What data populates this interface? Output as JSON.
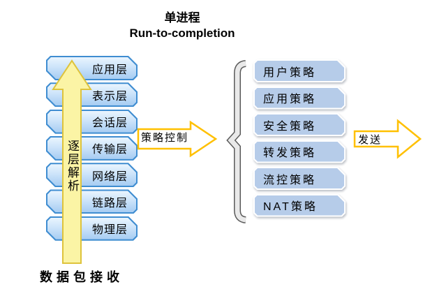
{
  "title": {
    "line1": "单进程",
    "line2": "Run-to-completion"
  },
  "stack": {
    "layers": [
      "应用层",
      "表示层",
      "会话层",
      "传输层",
      "网络层",
      "链路层",
      "物理层"
    ],
    "up_arrow_label": "逐层解析",
    "receive_label": "数据包接收"
  },
  "flow": {
    "policy_control_label": "策略控制",
    "send_label": "发送"
  },
  "policies": {
    "items": [
      "用户策略",
      "应用策略",
      "安全策略",
      "转发策略",
      "流控策略",
      "NAT策略"
    ]
  },
  "colors": {
    "layer_fill_top": "#eaf5fe",
    "layer_fill_bottom": "#a6ccf2",
    "layer_border": "#3f8dd1",
    "policy_fill": "#b6cce9",
    "policy_border": "#ffffff",
    "solid_arrow_fill": "#fbf4a5",
    "solid_arrow_border": "#dec33c",
    "hollow_arrow_border": "#ffc000",
    "brace_edge": "#5a5a5a",
    "brace_fill": "#e9e9e9",
    "text": "#000000"
  }
}
